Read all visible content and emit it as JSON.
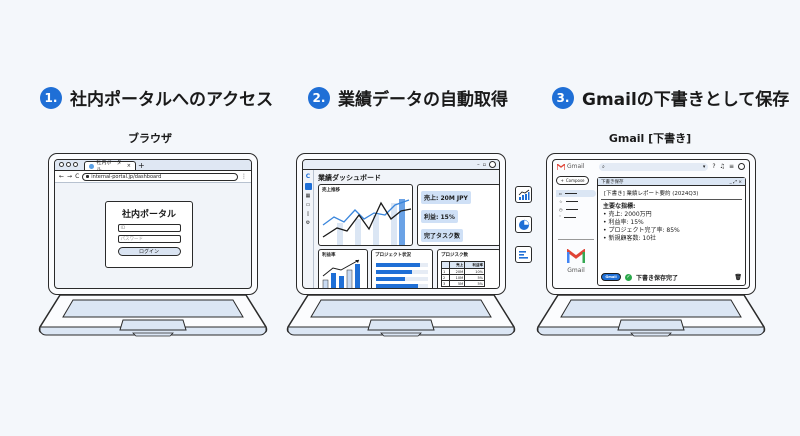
{
  "steps": [
    {
      "number": "1.",
      "title": "社内ポータルへのアクセス",
      "label": "ブラウザ"
    },
    {
      "number": "2.",
      "title": "業績データの自動取得",
      "label": ""
    },
    {
      "number": "3.",
      "title": "Gmailの下書きとして保存",
      "label": "Gmail [下書き]"
    }
  ],
  "browser": {
    "tab_title": "社内ポータル",
    "tab_close": "×",
    "new_tab": "+",
    "nav": {
      "back": "←",
      "forward": "→",
      "reload": "C"
    },
    "url": "internal-portal.jp/dashboard",
    "menu": "⋮",
    "login": {
      "title": "社内ポータル",
      "id_placeholder": "ID",
      "password_placeholder": "パスワード",
      "button": "ログイン"
    }
  },
  "dashboard": {
    "logo": "C",
    "title": "業績ダッシュボード",
    "window_controls": {
      "minimize": "–",
      "maximize": "▫"
    },
    "sales_chart_title": "売上推移",
    "kpis": [
      "売上: 20M JPY",
      "利益: 15%",
      "完了タスク数"
    ],
    "profit_chart_title": "利益率",
    "project_status_title": "プロジェクト状況",
    "project_bars": [
      85,
      70,
      55,
      80
    ],
    "task_table": {
      "title": "プロジスク数",
      "headers": [
        "",
        "売上",
        "利益率"
      ],
      "rows": [
        [
          "1",
          "20M",
          "10%"
        ],
        [
          "2",
          "10M",
          "5%"
        ],
        [
          "3",
          "5M",
          "5%"
        ]
      ]
    }
  },
  "gmail": {
    "brand": "Gmail",
    "compose": "Compose",
    "draft_window_title": "下書き保存",
    "draft_controls": "_ ⤢ ×",
    "subject": "[下書き] 業績レポート要約 (2024Q3)",
    "body_heading": "主要な指標:",
    "bullets": [
      "• 売上: 2000万円",
      "• 利益率: 15%",
      "• プロジェクト完了率: 85%",
      "• 新規顧客数: 10社"
    ],
    "send_label": "Gmail",
    "status": "下書き保存完了",
    "bottom_logo": "Gmail"
  },
  "colors": {
    "accent": "#1f6fd6",
    "background": "#f4f7fb",
    "success": "#2aa84a"
  }
}
